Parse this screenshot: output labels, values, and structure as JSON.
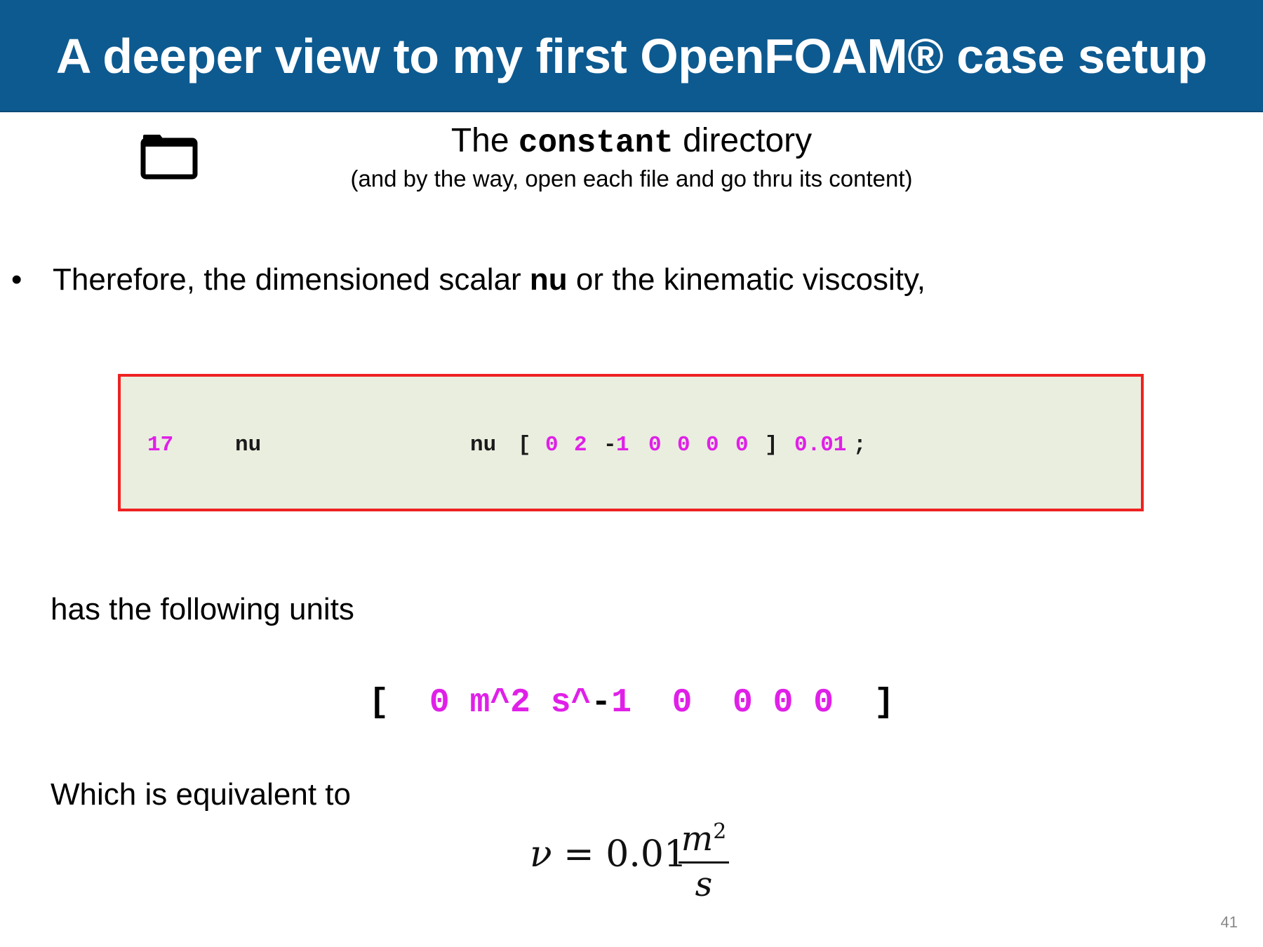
{
  "header": {
    "title": "A deeper view to my first OpenFOAM® case setup"
  },
  "subtitle": {
    "prefix": "The ",
    "mono": "constant",
    "suffix": " directory",
    "note": "(and by the way, open each file and go thru its content)"
  },
  "folder_icon": "folder-icon",
  "bullet": {
    "symbol": "•",
    "text_before": "Therefore, the dimensioned scalar ",
    "bold": "nu",
    "text_after": " or the kinematic viscosity,"
  },
  "code": {
    "line_number": "17",
    "keyword": "nu",
    "name": "nu",
    "open_bracket": "[",
    "dims": [
      "0",
      "2",
      "-",
      "1",
      "0",
      "0",
      "0",
      "0"
    ],
    "close_bracket": "]",
    "value": "0.01",
    "terminator": ";"
  },
  "units_intro": "has the following units",
  "units": {
    "open": "[",
    "d1": "0",
    "d2": "m^2",
    "d3a": "s^",
    "d3b": "-",
    "d3c": "1",
    "d4": "0",
    "d5": "0",
    "d6": "0",
    "d7": "0",
    "close": "]"
  },
  "equiv_intro": "Which is equivalent to",
  "formula": {
    "lhs_var": "ν",
    "equals": " = ",
    "coef": "0.01",
    "numerator": "m",
    "exponent": "2",
    "denominator": "s"
  },
  "page_number": "41",
  "colors": {
    "header_bg": "#0d5a90",
    "code_bg": "#eaeedf",
    "code_border": "#ee2222",
    "highlight": "#e020e8"
  }
}
